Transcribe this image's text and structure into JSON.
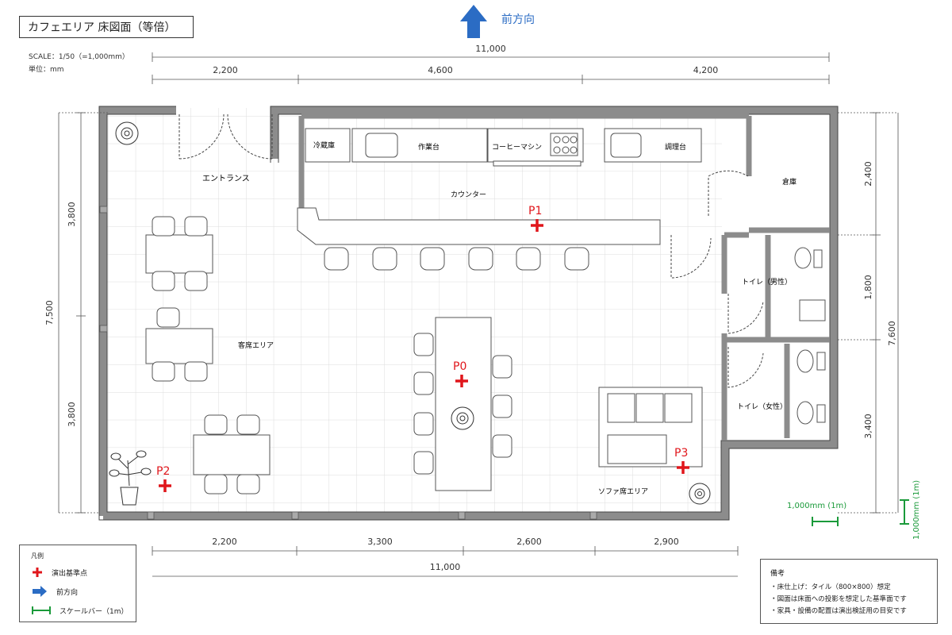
{
  "header": {
    "title": "カフェエリア 床図面（等倍）",
    "scale": "SCALE：1/50（=1,000mm）",
    "unit": "単位：mm",
    "direction_label": "前方向"
  },
  "dimensions": {
    "top_total": "11,000",
    "top_segments": [
      "2,200",
      "4,600",
      "4,200"
    ],
    "bottom_total": "11,000",
    "bottom_segments": [
      "2,200",
      "3,300",
      "2,600",
      "2,900"
    ],
    "left_total": "7,500",
    "left_segments": [
      "3,800",
      "3,800"
    ],
    "right_total": "7,600",
    "right_segments": [
      "2,400",
      "1,800",
      "3,400"
    ]
  },
  "rooms": {
    "entrance": "エントランス",
    "counter": "カウンター",
    "seating": "客席エリア",
    "sofa": "ソファ席エリア",
    "storage": "倉庫",
    "toilet_men": "トイレ（男性）",
    "toilet_women": "トイレ（女性）"
  },
  "fixtures": {
    "fridge": "冷蔵庫",
    "worktable": "作業台",
    "coffee_machine": "コーヒーマシン",
    "cooking_table": "調理台"
  },
  "points": [
    {
      "label": "P0"
    },
    {
      "label": "P1"
    },
    {
      "label": "P2"
    },
    {
      "label": "P3"
    }
  ],
  "scale_bar": {
    "horizontal_label": "1,000mm (1m)",
    "vertical_label": "1,000mm (1m)"
  },
  "legend": {
    "heading": "凡例",
    "items": [
      {
        "label": "演出基準点",
        "icon": "red-cross-icon"
      },
      {
        "label": "前方向",
        "icon": "blue-arrow-icon"
      },
      {
        "label": "スケールバー（1m）",
        "icon": "green-scale-bar-icon"
      }
    ]
  },
  "notes": {
    "heading": "備考",
    "lines": [
      "・床仕上げ：タイル（800×800）想定",
      "・図面は床面への投影を想定した基準面です",
      "・家具・設備の配置は演出検証用の目安です"
    ]
  },
  "colors": {
    "marker": "#e0161b",
    "arrow": "#2b6cc4",
    "scale_bar": "#1a9a3a",
    "wall": "#8c8c8c",
    "grid": "#dcdcdc"
  }
}
